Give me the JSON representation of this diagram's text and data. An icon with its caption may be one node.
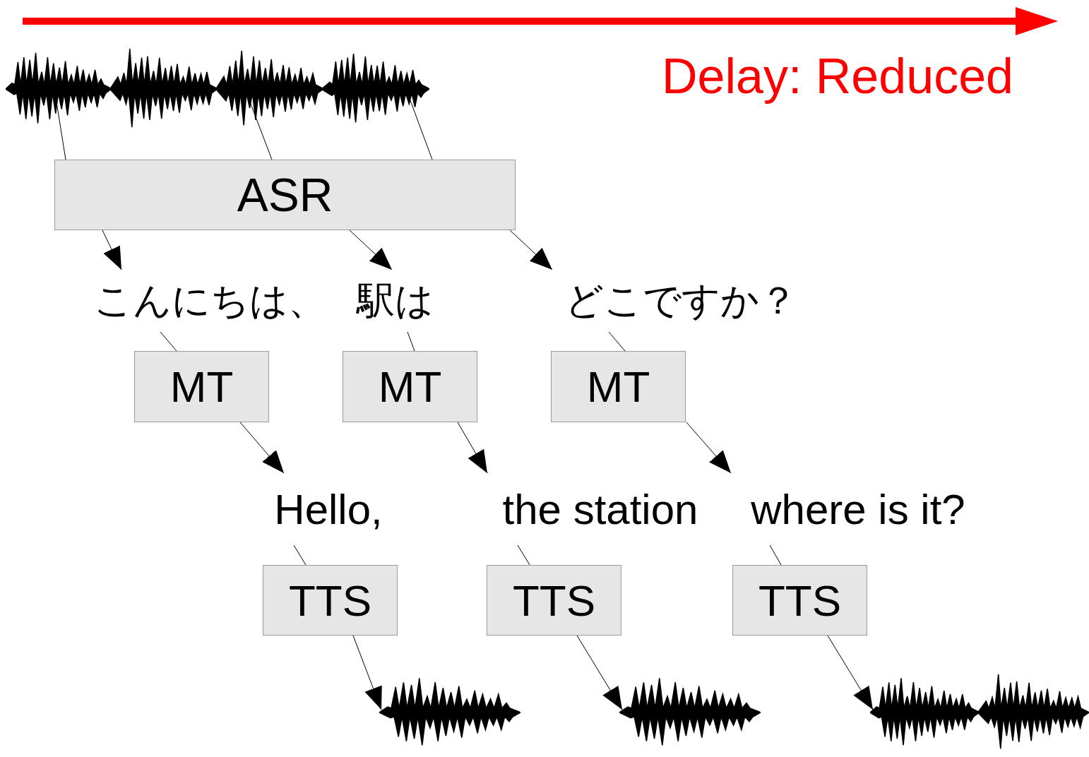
{
  "diagram": {
    "nodes": [
      {
        "text": [],
        "shape": "picture"
      },
      {
        "text": [
          "ASR"
        ]
      },
      {
        "text": [
          "こんにちは、"
        ]
      },
      {
        "text": [
          "駅は"
        ]
      },
      {
        "text": [
          "どこですか？"
        ]
      },
      {
        "text": [
          "MT"
        ]
      },
      {
        "text": [
          "MT"
        ]
      },
      {
        "text": [
          "MT"
        ]
      },
      {
        "text": [
          "Hello,"
        ]
      },
      {
        "text": [
          "the station"
        ]
      },
      {
        "text": [
          "where is it?"
        ]
      },
      {
        "text": [
          "TTS"
        ]
      },
      {
        "text": [
          "TTS"
        ]
      },
      {
        "text": [
          "TTS"
        ]
      },
      {
        "text": [],
        "shape": "picture"
      },
      {
        "text": [],
        "shape": "picture"
      },
      {
        "text": [],
        "shape": "picture"
      }
    ],
    "edges": [
      {
        "from": 0,
        "to": 1,
        "arrow": "none"
      },
      {
        "from": 0,
        "to": 1,
        "arrow": "none"
      },
      {
        "from": 0,
        "to": 1,
        "arrow": "none"
      },
      {
        "from": 1,
        "to": 2,
        "arrow": "to"
      },
      {
        "from": 1,
        "to": 3,
        "arrow": "to"
      },
      {
        "from": 1,
        "to": 4,
        "arrow": "to"
      },
      {
        "from": 2,
        "to": 5,
        "arrow": "none"
      },
      {
        "from": 3,
        "to": 6,
        "arrow": "none"
      },
      {
        "from": 4,
        "to": 7,
        "arrow": "none"
      },
      {
        "from": 5,
        "to": 8,
        "arrow": "to"
      },
      {
        "from": 6,
        "to": 9,
        "arrow": "to"
      },
      {
        "from": 7,
        "to": 10,
        "arrow": "to"
      },
      {
        "from": 8,
        "to": 11,
        "arrow": "none"
      },
      {
        "from": 9,
        "to": 12,
        "arrow": "none"
      },
      {
        "from": 10,
        "to": 13,
        "arrow": "none"
      },
      {
        "from": 11,
        "to": 14,
        "arrow": "to"
      },
      {
        "from": 12,
        "to": 15,
        "arrow": "to"
      },
      {
        "from": 13,
        "to": 16,
        "arrow": "to"
      }
    ],
    "labels": [
      "Delay: Reduced"
    ]
  }
}
